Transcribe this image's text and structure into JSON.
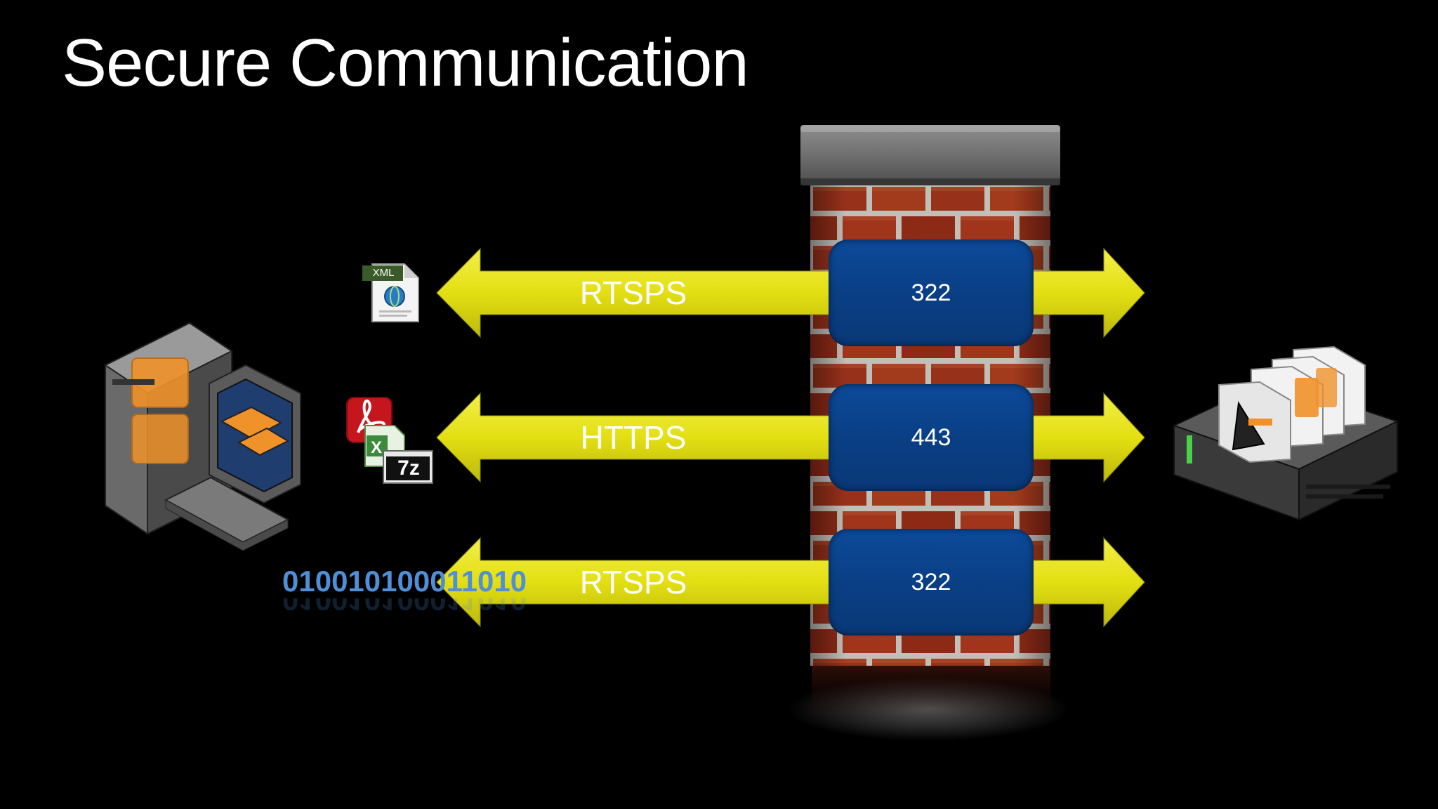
{
  "slide": {
    "title": "Secure Communication"
  },
  "arrows": [
    {
      "protocol": "RTSPS",
      "port": "322"
    },
    {
      "protocol": "HTTPS",
      "port": "443"
    },
    {
      "protocol": "RTSPS",
      "port": "322"
    }
  ],
  "data_items": {
    "xml_label": "XML",
    "binary_text": "010010100011010",
    "archive_label": "7z"
  },
  "icons": {
    "client": "workstation-icon",
    "server": "server-rack-icon",
    "firewall": "brick-firewall-icon",
    "xml": "xml-file-icon",
    "pdf": "pdf-icon",
    "excel": "excel-icon",
    "archive": "7z-archive-icon"
  },
  "colors": {
    "background": "#000000",
    "arrow": "#e3df12",
    "port_box": "#0a3f85",
    "brick": "#a8341c",
    "mortar": "#d9d4cf",
    "binary": "#4f8fd8",
    "workstation_orange": "#f0922a"
  }
}
